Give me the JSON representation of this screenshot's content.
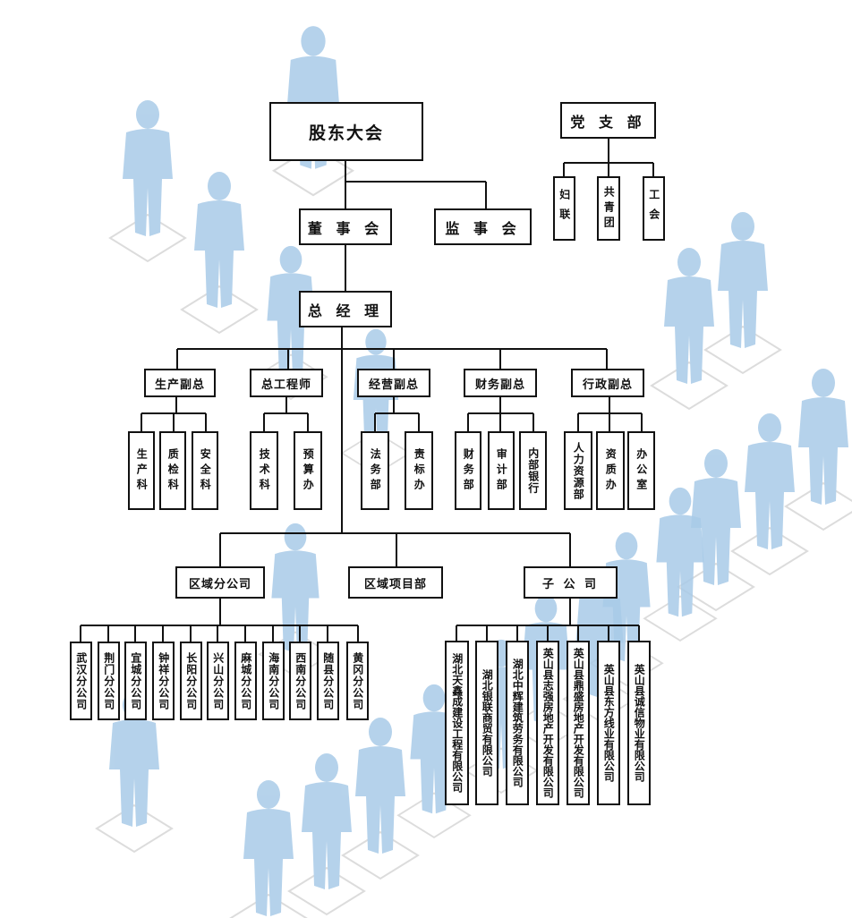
{
  "org": {
    "shareholders": "股东大会",
    "board": "董 事 会",
    "supervisors": "监 事 会",
    "gm": "总 经 理",
    "party": {
      "name": "党 支 部",
      "units": [
        "妇联",
        "共青团",
        "工会"
      ]
    },
    "vps": [
      {
        "name": "生产副总",
        "depts": [
          "生产科",
          "质检科",
          "安全科"
        ]
      },
      {
        "name": "总工程师",
        "depts": [
          "技术科",
          "预算办"
        ]
      },
      {
        "name": "经营副总",
        "depts": [
          "法务部",
          "责标办"
        ]
      },
      {
        "name": "财务副总",
        "depts": [
          "财务部",
          "审计部",
          "内部银行"
        ]
      },
      {
        "name": "行政副总",
        "depts": [
          "人力资源部",
          "资质办",
          "办公室"
        ]
      }
    ],
    "regional": {
      "name": "区域分公司",
      "branches": [
        "武汉分公司",
        "荆门分公司",
        "宜城分公司",
        "钟祥分公司",
        "长阳分公司",
        "兴山分公司",
        "麻城分公司",
        "海南分公司",
        "西南分公司",
        "随县分公司",
        "黄冈分公司"
      ]
    },
    "project_dept": "区域项目部",
    "subsidiary": {
      "name": "子 公 司",
      "companies": [
        "湖北天鑫成建设工程有限公司",
        "湖北银联商贸有限公司",
        "湖北中辉建筑劳务有限公司",
        "英山县志强房地产开发有限公司",
        "英山县鼎盛房地产开发有限公司",
        "英山县东方线业有限公司",
        "英山县诚信物业有限公司"
      ]
    }
  },
  "colors": {
    "border": "#111111",
    "figure": "#a9cbe8",
    "tile": "#d6d6d6"
  }
}
